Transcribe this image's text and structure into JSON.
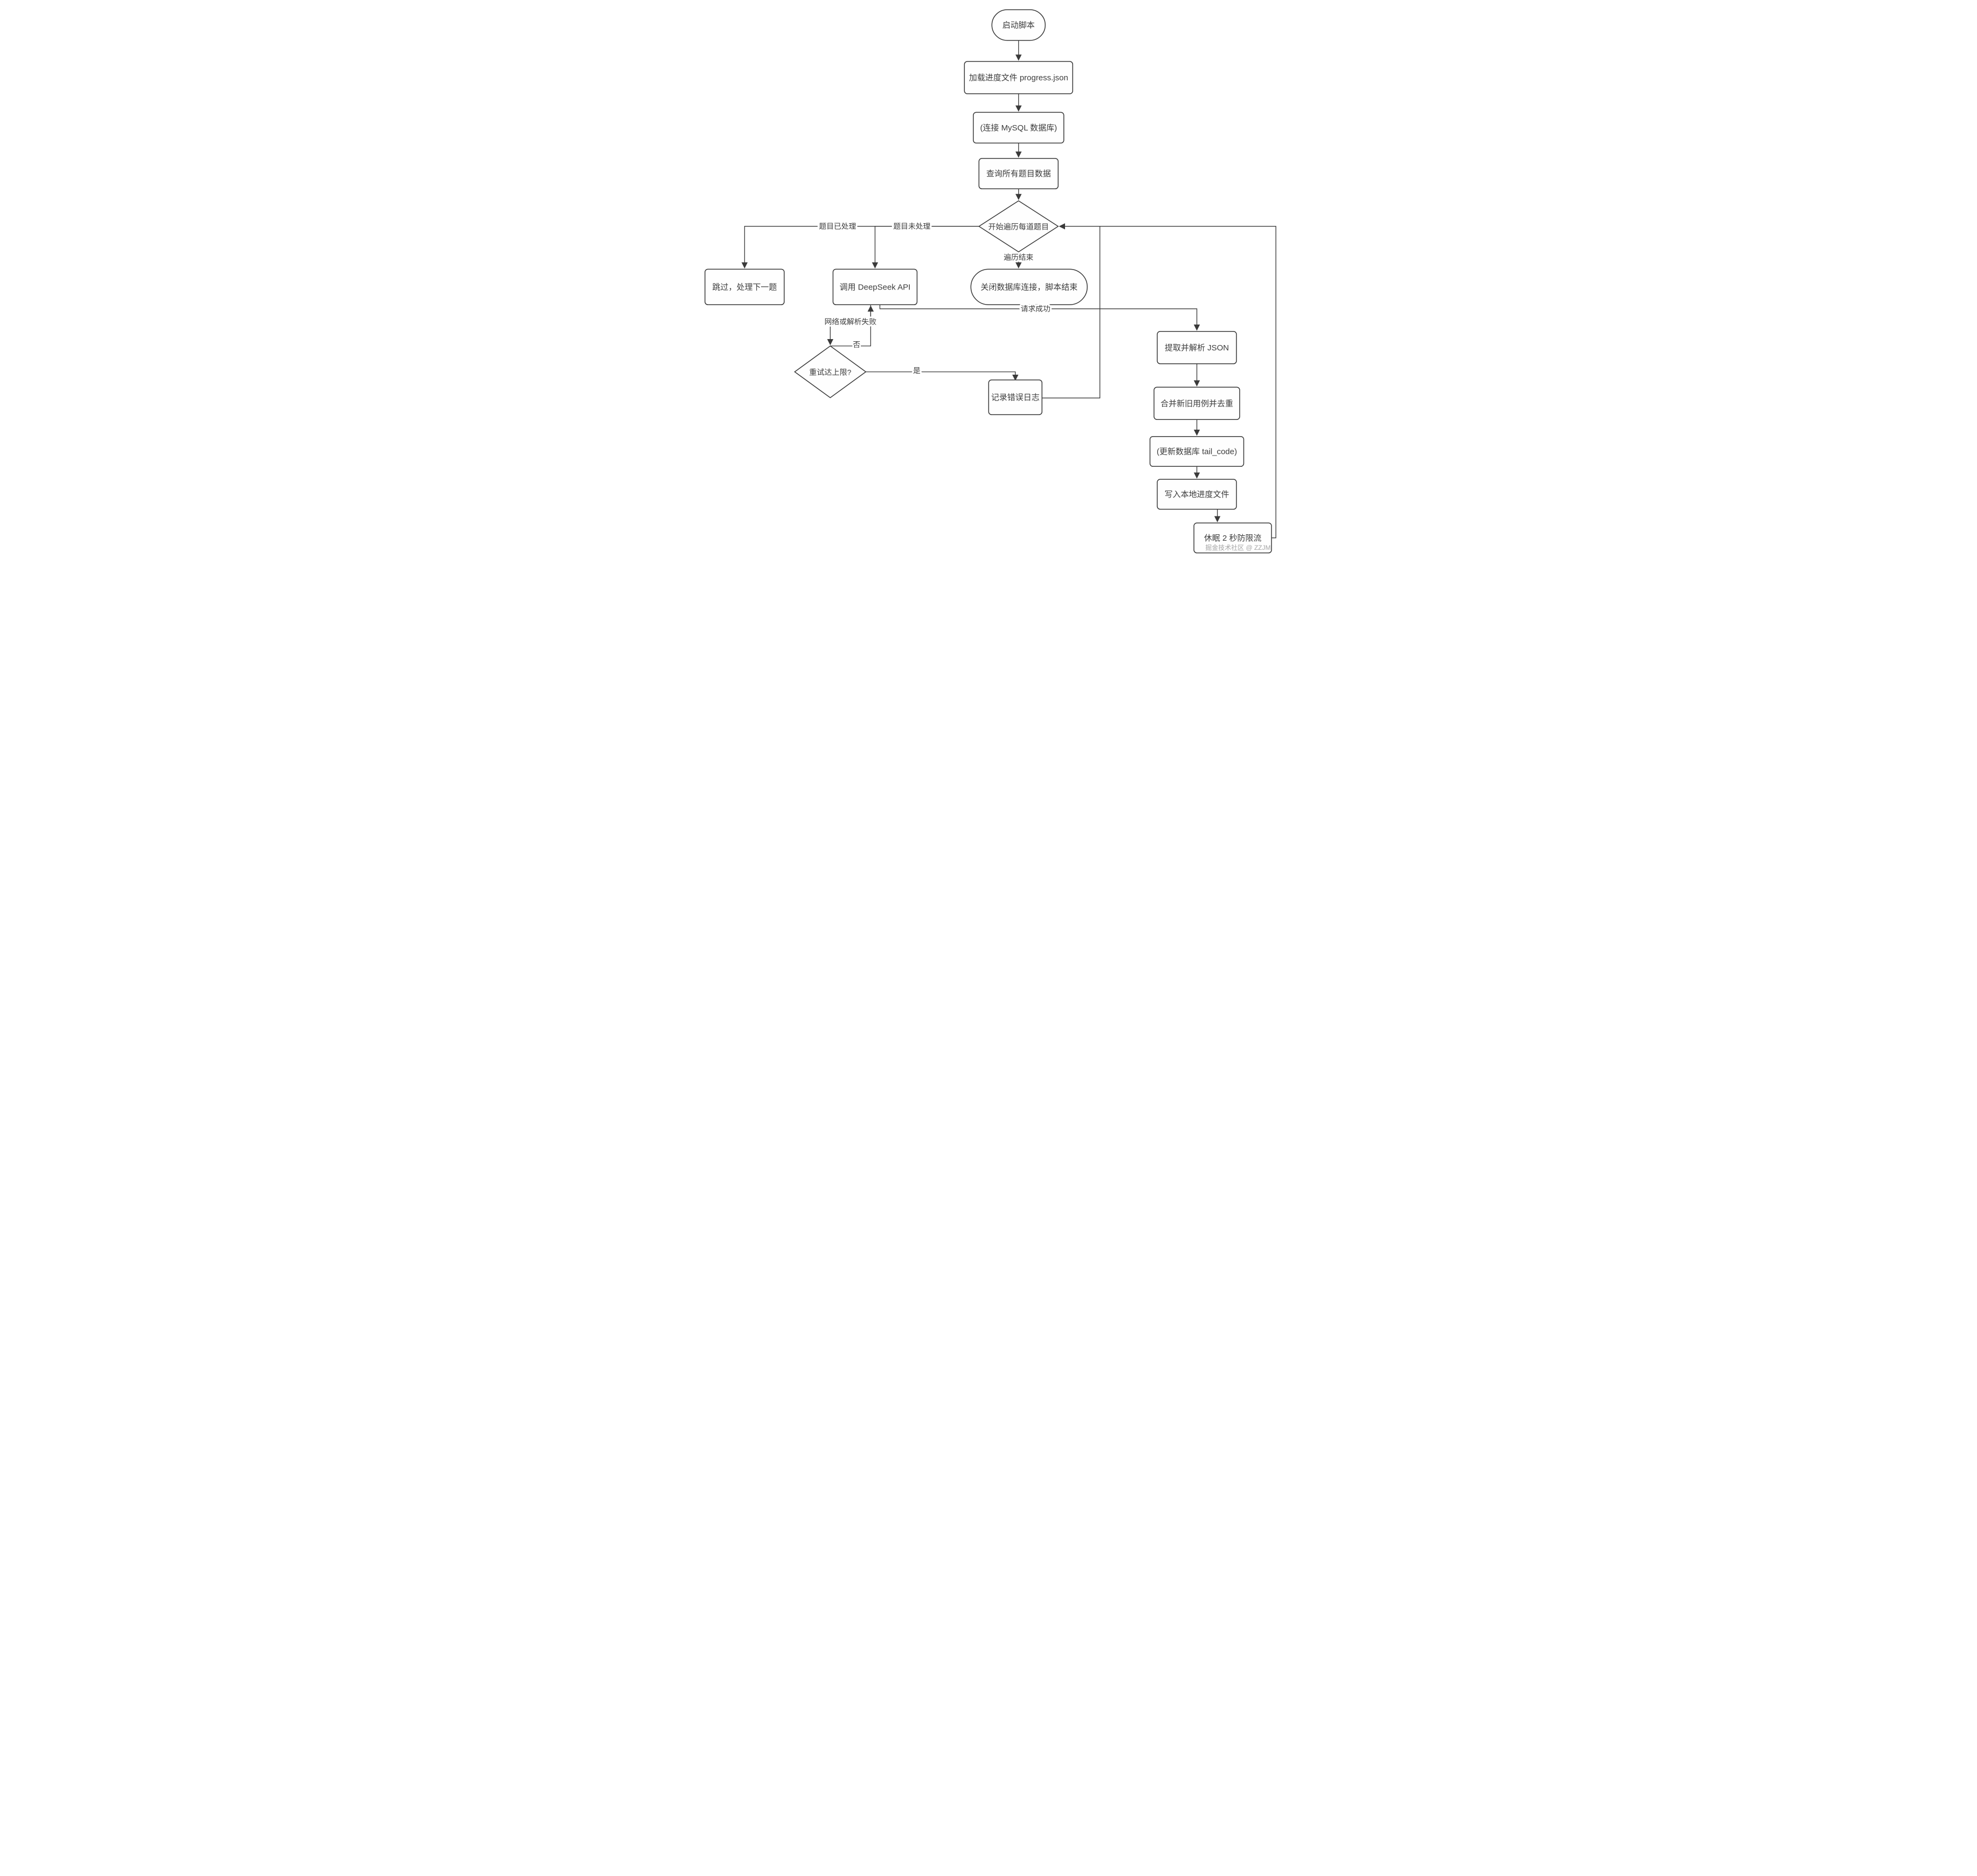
{
  "diagram": {
    "type": "flowchart",
    "background_color": "#ffffff",
    "line_color": "#3a3a3a",
    "text_color": "#3c3c3c",
    "watermark": {
      "text": "掘金技术社区 @ ZZJM",
      "color": "#a6a6a6"
    },
    "nodes": {
      "start": {
        "shape": "terminator",
        "label": "启动脚本"
      },
      "load_progress": {
        "shape": "process",
        "label": "加载进度文件 progress.json"
      },
      "connect_mysql": {
        "shape": "process",
        "label": "(连接 MySQL 数据库)"
      },
      "query_questions": {
        "shape": "process",
        "label": "查询所有题目数据"
      },
      "iterate": {
        "shape": "decision",
        "label": "开始遍历每道题目"
      },
      "close_db": {
        "shape": "terminator",
        "label": "关闭数据库连接，脚本结束"
      },
      "skip": {
        "shape": "process",
        "label": "跳过，处理下一题"
      },
      "call_api": {
        "shape": "process",
        "label": "调用 DeepSeek API"
      },
      "retry_limit": {
        "shape": "decision",
        "label": "重试达上限?"
      },
      "log_error": {
        "shape": "process",
        "label": "记录错误日志"
      },
      "parse_json": {
        "shape": "process",
        "label": "提取并解析 JSON"
      },
      "merge_cases": {
        "shape": "process",
        "label": "合并新旧用例并去重"
      },
      "update_db": {
        "shape": "process",
        "label": "(更新数据库 tail_code)"
      },
      "write_progress": {
        "shape": "process",
        "label": "写入本地进度文件"
      },
      "sleep": {
        "shape": "process",
        "label": "休眠 2 秒防限流"
      }
    },
    "edge_labels": {
      "processed": "题目已处理",
      "unprocessed": "题目未处理",
      "iteration_end": "遍历结束",
      "request_success": "请求成功",
      "network_fail": "网络或解析失败",
      "no": "否",
      "yes": "是"
    }
  }
}
